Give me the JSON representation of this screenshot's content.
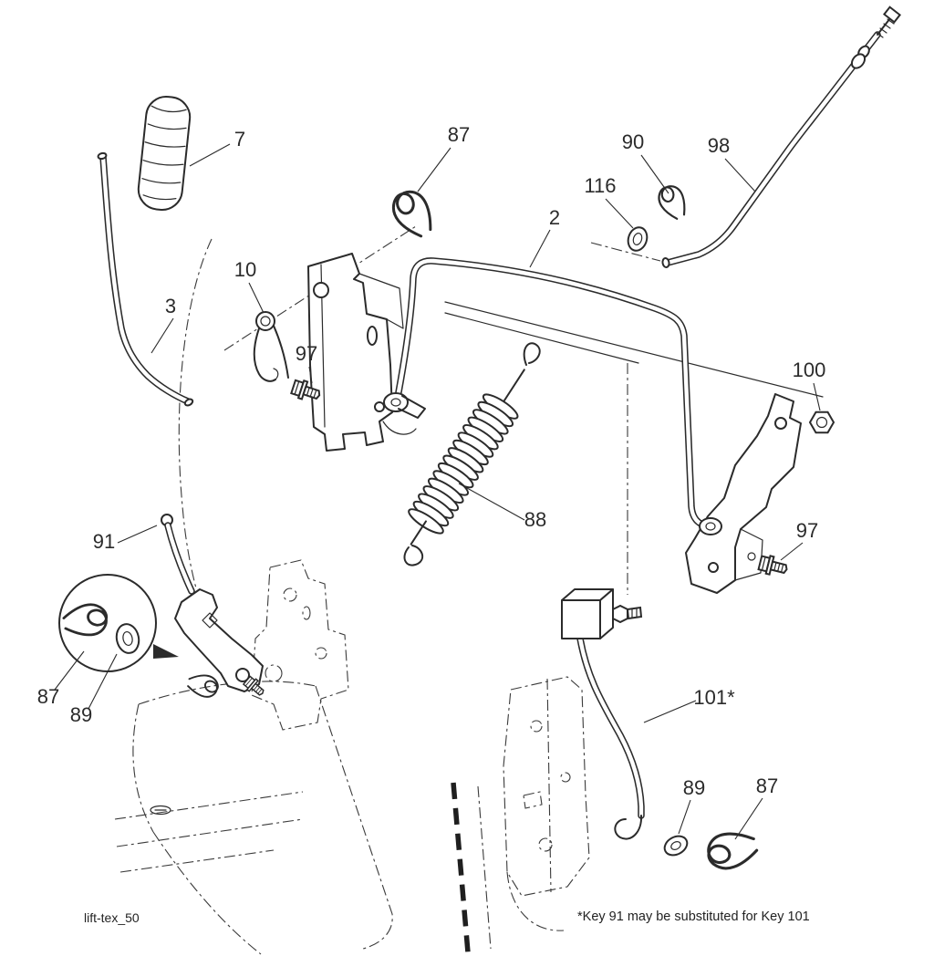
{
  "diagram": {
    "name": "lift-assembly-parts-diagram",
    "ink_color": "#2b2b2b",
    "background_color": "#ffffff",
    "footer_left": "lift-tex_50",
    "footer_note": "*Key 91 may be substituted for Key 101",
    "callouts": [
      {
        "part": "handle-grip",
        "label": "7"
      },
      {
        "part": "hairpin-clip-top",
        "label": "87"
      },
      {
        "part": "hairpin-clip-rod98",
        "label": "90"
      },
      {
        "part": "lift-link-rod",
        "label": "98"
      },
      {
        "part": "washer-rod98",
        "label": "116"
      },
      {
        "part": "lift-shaft-rod",
        "label": "2"
      },
      {
        "part": "torsion-spring",
        "label": "10"
      },
      {
        "part": "lift-handle-rod",
        "label": "3"
      },
      {
        "part": "bolt-left",
        "label": "97"
      },
      {
        "part": "hex-nut",
        "label": "100"
      },
      {
        "part": "extension-spring",
        "label": "88"
      },
      {
        "part": "lever-arm",
        "label": "91"
      },
      {
        "part": "bolt-right",
        "label": "97"
      },
      {
        "part": "hairpin-clip-detail",
        "label": "87"
      },
      {
        "part": "washer-detail",
        "label": "89"
      },
      {
        "part": "alt-lever-arm",
        "label": "101*"
      },
      {
        "part": "washer-bottom",
        "label": "89"
      },
      {
        "part": "hairpin-clip-bottom",
        "label": "87"
      }
    ]
  }
}
